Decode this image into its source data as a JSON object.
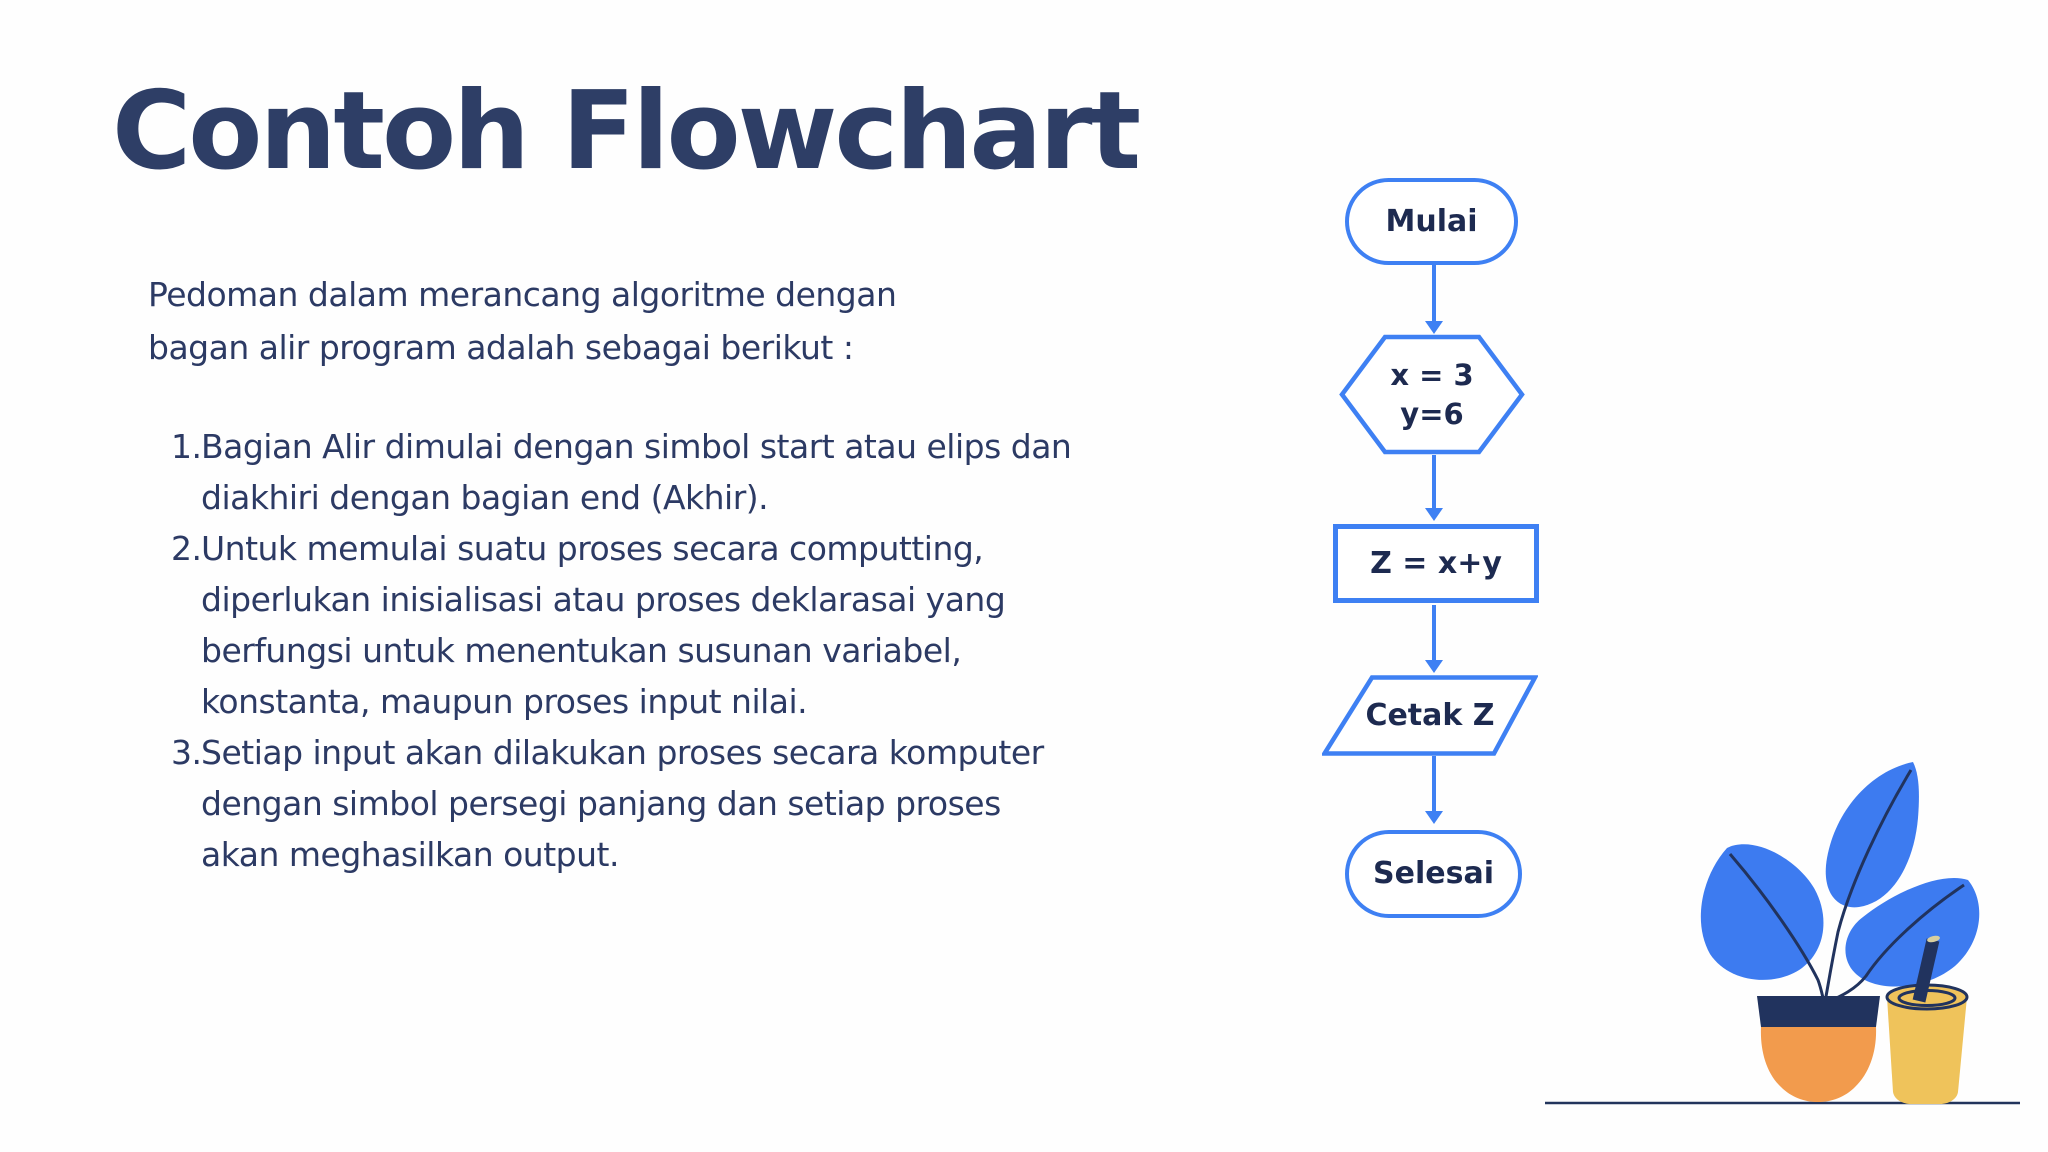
{
  "slide": {
    "title": "Contoh Flowchart"
  },
  "intro": {
    "lines": [
      "Pedoman dalam merancang algoritme dengan",
      "bagan alir program adalah sebagai berikut :"
    ]
  },
  "guidelines": {
    "items": [
      {
        "number": "1.",
        "lines": [
          "Bagian Alir dimulai dengan simbol start atau elips dan",
          "diakhiri dengan bagian end (Akhir)."
        ]
      },
      {
        "number": "2.",
        "lines": [
          "Untuk memulai suatu proses secara computting,",
          "diperlukan inisialisasi atau proses deklarasai yang",
          "berfungsi untuk menentukan susunan variabel,",
          "konstanta, maupun proses input nilai."
        ]
      },
      {
        "number": "3.",
        "lines": [
          "Setiap input akan dilakukan proses secara komputer",
          "dengan simbol persegi panjang dan setiap proses",
          "akan meghasilkan output."
        ]
      }
    ]
  },
  "flowchart": {
    "nodes": [
      {
        "id": "start",
        "shape": "terminator",
        "label": "Mulai"
      },
      {
        "id": "init",
        "shape": "preparation",
        "lines": [
          "x = 3",
          "y=6"
        ]
      },
      {
        "id": "process",
        "shape": "process",
        "label": "Z = x+y"
      },
      {
        "id": "output",
        "shape": "input-output",
        "label": "Cetak Z"
      },
      {
        "id": "end",
        "shape": "terminator",
        "label": "Selesai"
      }
    ],
    "connectors": [
      {
        "from": "start",
        "to": "init"
      },
      {
        "from": "init",
        "to": "process"
      },
      {
        "from": "process",
        "to": "output"
      },
      {
        "from": "output",
        "to": "end"
      }
    ]
  },
  "decor": {
    "illustration": "potted-plant-with-drink-cup",
    "table_line": "horizontal-navy-line"
  },
  "palette": {
    "title_navy": "#2e3e66",
    "body_navy": "#2c3a64",
    "flow_stroke_blue": "#3e80f3",
    "flow_label_navy": "#1d2a50",
    "leaf_blue": "#3d7bf0",
    "illustration_navy": "#21335e",
    "pot_orange": "#f29b4d",
    "cup_yellow": "#efc35b",
    "background": "#fefefe"
  }
}
